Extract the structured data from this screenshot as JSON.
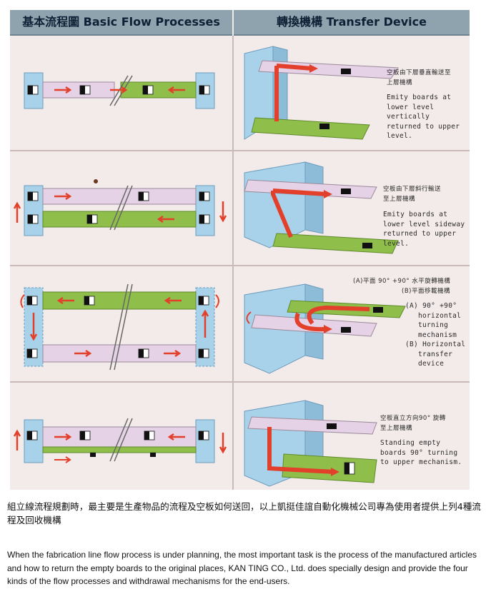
{
  "header": {
    "left_title": "基本流程圖 Basic Flow Processes",
    "right_title": "轉換機構 Transfer Device"
  },
  "rows": [
    {
      "cn_label": [
        "空板由下層垂直輸送至",
        "上層機構"
      ],
      "en_label": [
        "Emity  boards  at",
        "lower level vertically",
        "returned  to  upper",
        "level."
      ]
    },
    {
      "cn_label": [
        "空板由下層斜行輸送",
        "至上層機構"
      ],
      "en_label": [
        "Emity  boards  at",
        "lower level sideway",
        "returned  to  upper",
        "level."
      ]
    },
    {
      "cn_label": [
        "(A)平面 90° +90° 水平旋轉機構",
        "(B)平面移載機構"
      ],
      "en_label": [
        "(A)  90°  +90°",
        "horizontal",
        "turning",
        "mechanism",
        "(B)  Horizontal",
        "transfer",
        "device"
      ]
    },
    {
      "cn_label": [
        "空板直立方向90° 旋轉",
        "至上層機構"
      ],
      "en_label": [
        "Standing  empty",
        "boards  90°  turning",
        "to upper mechanism."
      ]
    }
  ],
  "caption_cn": "組立線流程規劃時，最主要是生產物品的流程及空板如何送回，以上凱挺佳誼自動化機械公司專為使用者提供上列4種流程及回收機構",
  "caption_en": "When the fabrication line flow process is under planning, the most important task is the process of the manufactured articles and how to return the empty boards to the original places, KAN TING CO., Ltd. does specially design and provide the four kinds of the flow processes and withdrawal mechanisms for the end-users.",
  "colors": {
    "header_bg": "#8fa3ae",
    "panel_bg": "#f3eaea",
    "blue_station": "#a8d2ea",
    "pink_conveyor": "#e6d2e6",
    "green_conveyor": "#8fbf4a",
    "red_arrow": "#e2402b"
  }
}
